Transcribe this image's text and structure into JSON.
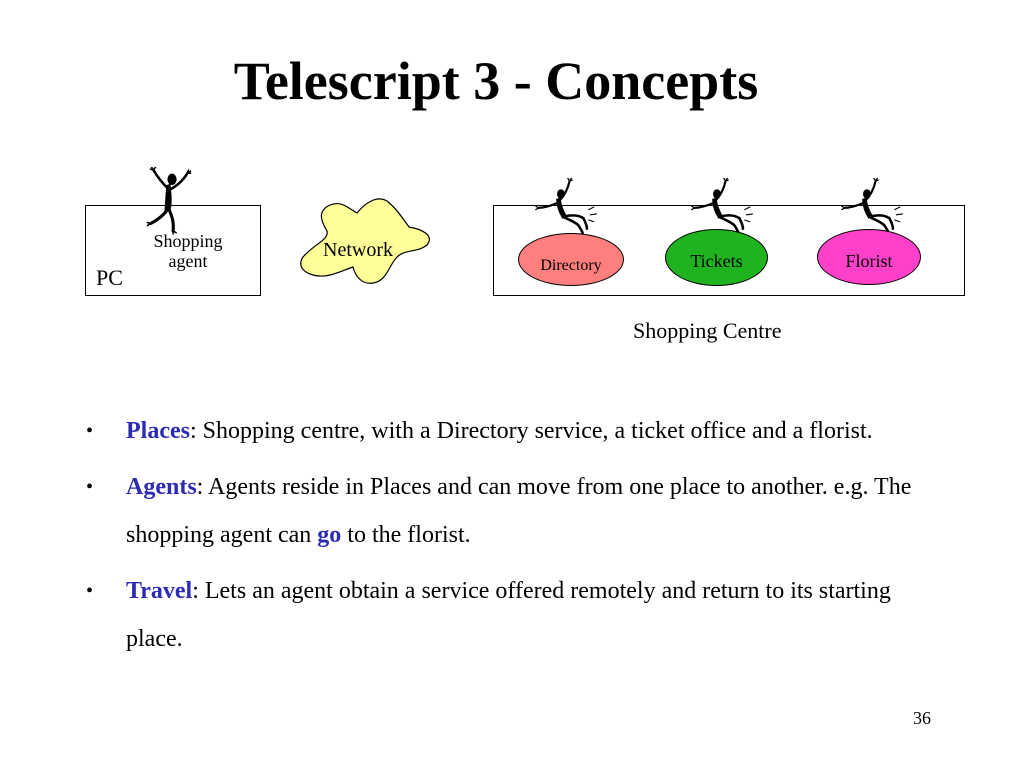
{
  "title": "Telescript 3 - Concepts",
  "diagram": {
    "pc_label": "PC",
    "agent_label": "Shopping\nagent",
    "network_label": "Network",
    "centre_caption": "Shopping Centre",
    "places": [
      {
        "label": "Directory",
        "color": "#ff7f7f"
      },
      {
        "label": "Tickets",
        "color": "#1fb41f"
      },
      {
        "label": "Florist",
        "color": "#ff40c8"
      }
    ],
    "network_color": "#ffff99"
  },
  "bullets": [
    {
      "term": "Places",
      "text": ": Shopping centre, with a Directory service, a ticket office and a florist."
    },
    {
      "term": "Agents",
      "text": ": Agents reside in Places and can move from one place to another. e.g. The shopping agent can ",
      "highlight": "go",
      "text_after": " to the florist."
    },
    {
      "term": "Travel",
      "text": ": Lets an agent obtain a service offered remotely and return to its starting place."
    }
  ],
  "accent_color": "#2b2bb5",
  "page_number": "36"
}
